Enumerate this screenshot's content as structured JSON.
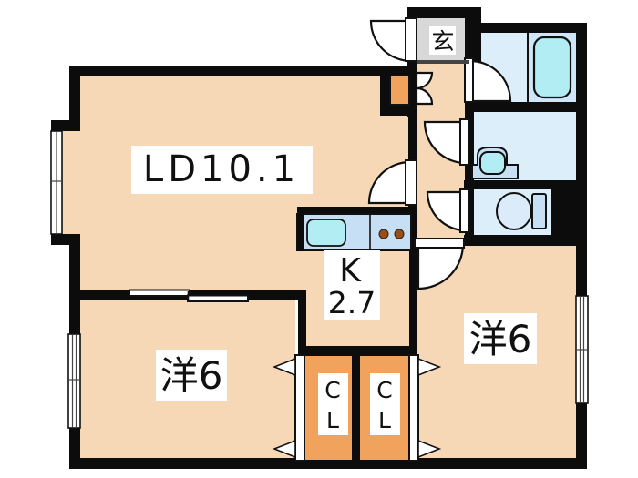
{
  "floorplan": {
    "rooms": {
      "living_dining": {
        "label": "LD10.1"
      },
      "kitchen": {
        "label": "K",
        "size": "2.7"
      },
      "western_room_left": {
        "label": "洋6"
      },
      "western_room_right": {
        "label": "洋6"
      },
      "entrance": {
        "label": "玄"
      },
      "closet_left": {
        "letter_top": "C",
        "letter_bottom": "L"
      },
      "closet_right": {
        "letter_top": "C",
        "letter_bottom": "L"
      }
    },
    "colors": {
      "wall": "#0c0c0c",
      "floor": "#f6d8b7",
      "closet": "#f1a25c",
      "entrance_floor": "#d8d8d8",
      "wet_room": "#ddeefb",
      "bath_zone": "#cfe6fa",
      "fixture_blue": "#c6dff5",
      "water_cyan": "#b2edf3",
      "burner_brown": "#9a4e15",
      "outside": "#ffffff"
    }
  }
}
